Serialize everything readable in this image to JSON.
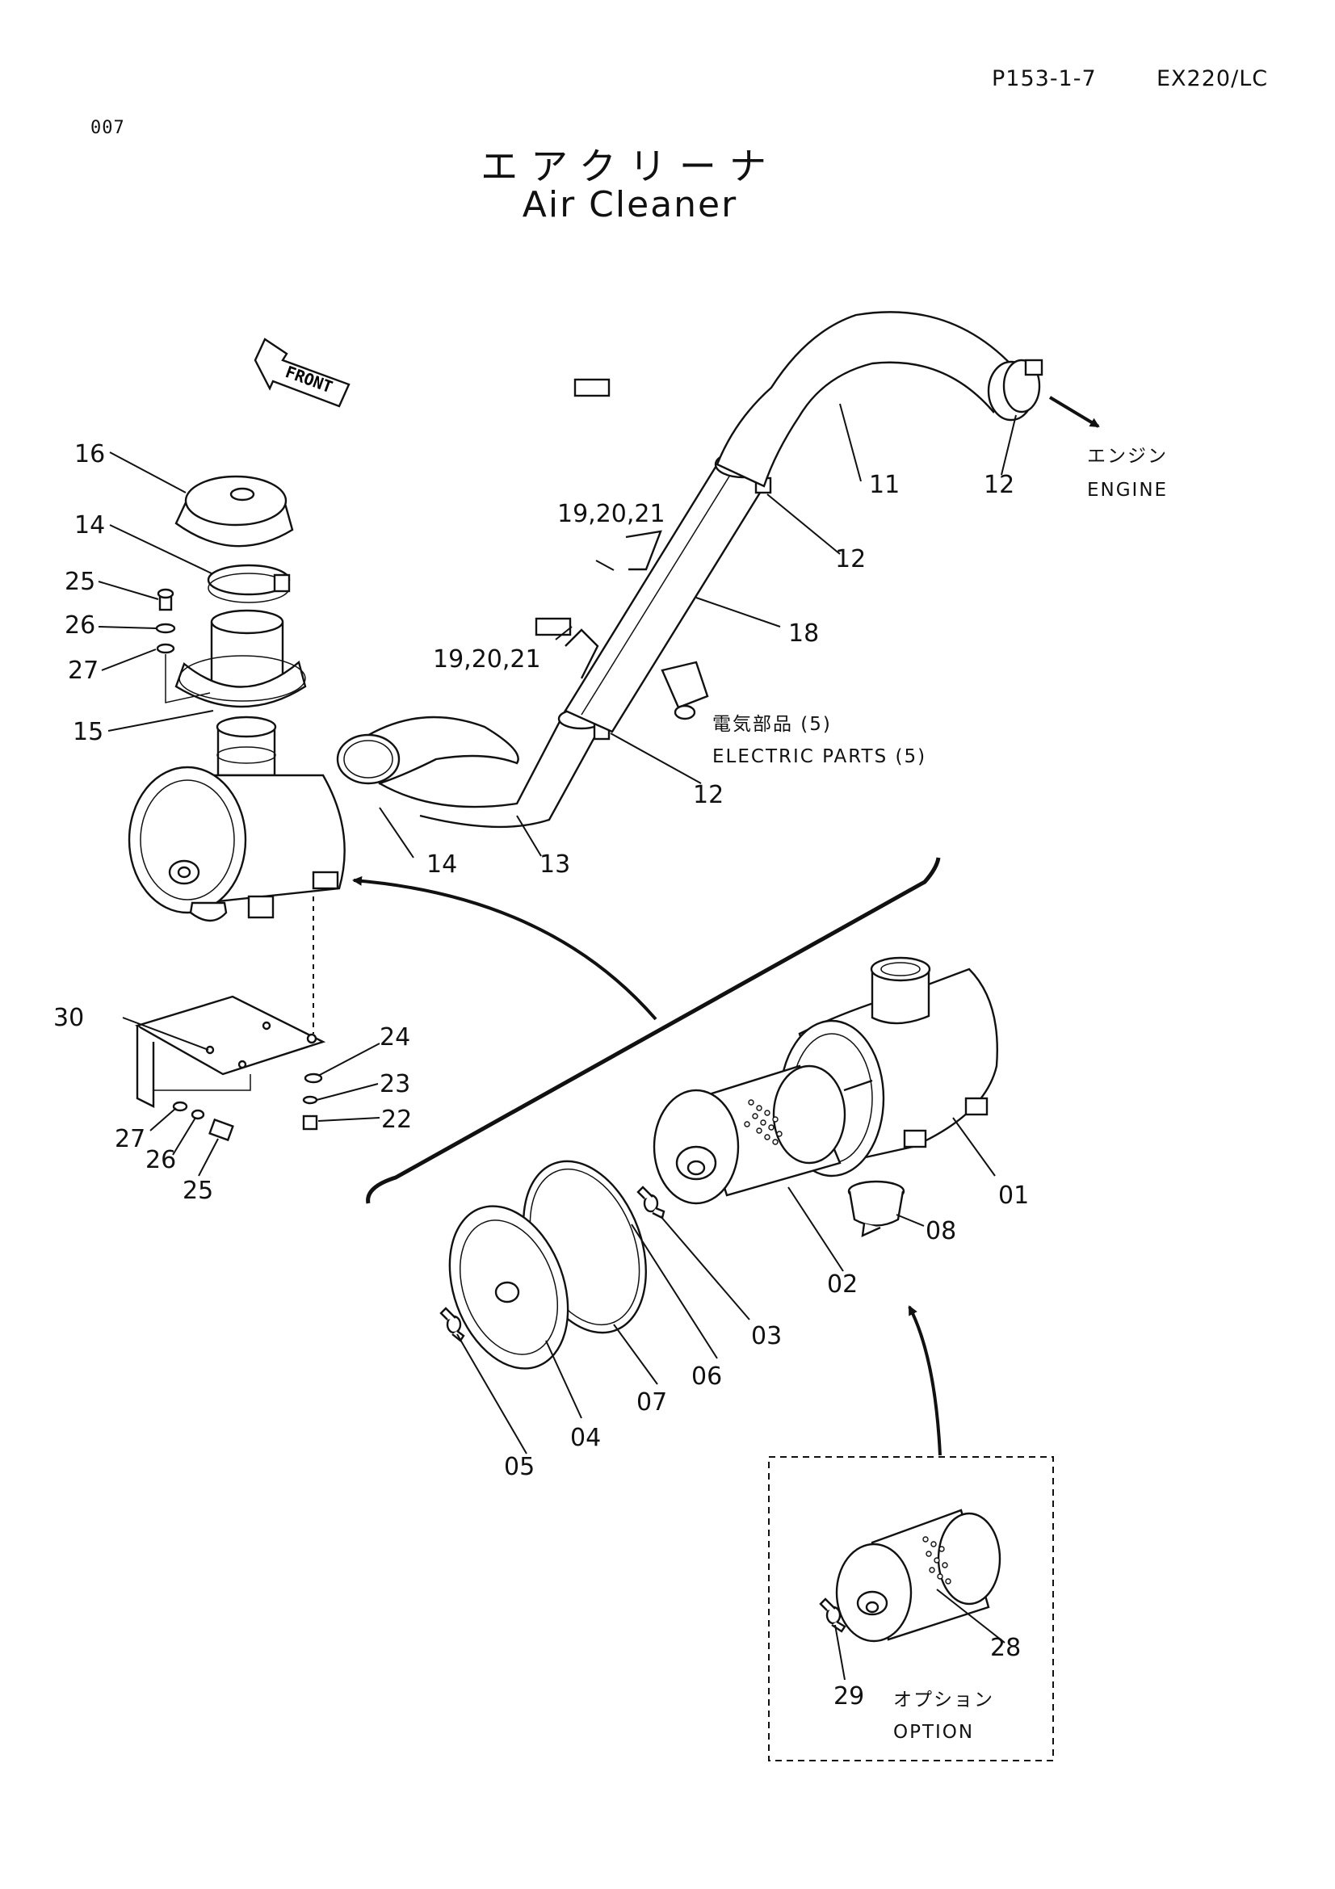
{
  "header": {
    "page_code": "P153-1-7",
    "model": "EX220/LC",
    "page_number": "007"
  },
  "title": {
    "japanese": "エアクリーナ",
    "english": "Air Cleaner"
  },
  "front_arrow_label": "FRONT",
  "callouts": {
    "engine_jp": "エンジン",
    "engine_en": "ENGINE",
    "electric_jp": "電気部品 (5)",
    "electric_en": "ELECTRIC PARTS (5)",
    "option_jp": "オプション",
    "option_en": "OPTION"
  },
  "part_labels": {
    "p01": "01",
    "p02": "02",
    "p03": "03",
    "p04": "04",
    "p05": "05",
    "p06": "06",
    "p07": "07",
    "p08": "08",
    "p11": "11",
    "p12a": "12",
    "p12b": "12",
    "p12c": "12",
    "p13": "13",
    "p14a": "14",
    "p14b": "14",
    "p15": "15",
    "p16": "16",
    "p18": "18",
    "p19a": "19,20,21",
    "p19b": "19,20,21",
    "p22": "22",
    "p23": "23",
    "p24": "24",
    "p25a": "25",
    "p25b": "25",
    "p26a": "26",
    "p26b": "26",
    "p27a": "27",
    "p27b": "27",
    "p28": "28",
    "p29": "29",
    "p30": "30"
  }
}
